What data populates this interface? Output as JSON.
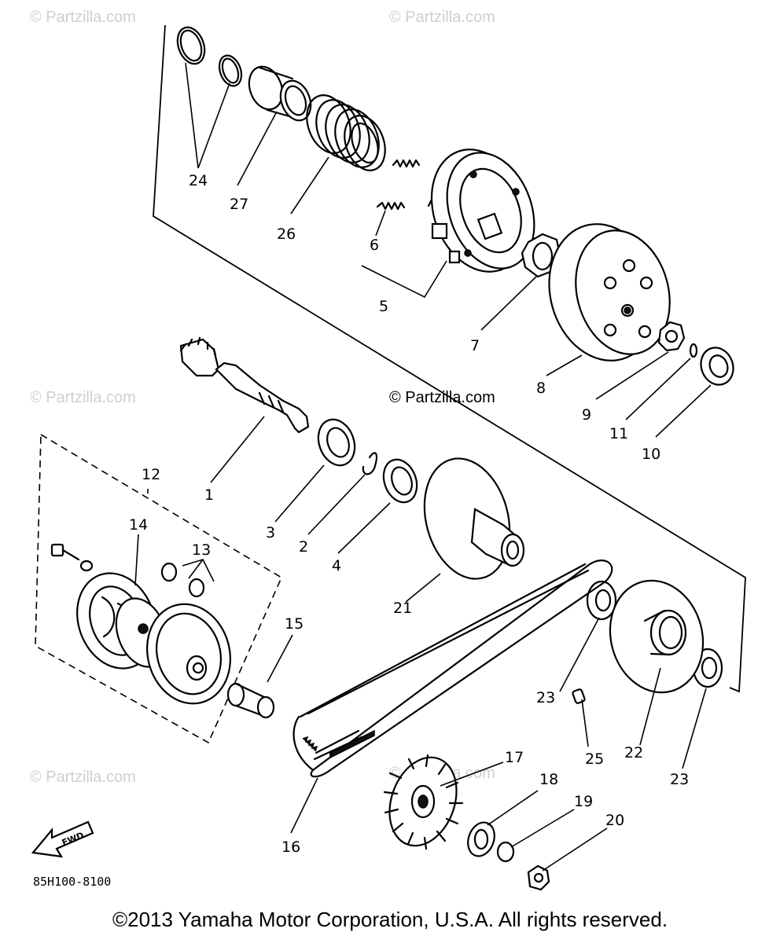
{
  "watermark": "© Partzilla.com",
  "center_watermark": "© Partzilla.com",
  "diagram_code": "85H100-8100",
  "fwd_label": "FWD",
  "copyright": "©2013 Yamaha Motor Corporation, U.S.A. All rights reserved.",
  "callouts": {
    "c1": "1",
    "c2": "2",
    "c3": "3",
    "c4": "4",
    "c5": "5",
    "c6": "6",
    "c7": "7",
    "c8": "8",
    "c9": "9",
    "c10": "10",
    "c11": "11",
    "c12": "12",
    "c13": "13",
    "c14": "14",
    "c15": "15",
    "c16": "16",
    "c17": "17",
    "c18": "18",
    "c19": "19",
    "c20": "20",
    "c21": "21",
    "c22": "22",
    "c23a": "23",
    "c23b": "23",
    "c24": "24",
    "c25": "25",
    "c26": "26",
    "c27": "27"
  }
}
